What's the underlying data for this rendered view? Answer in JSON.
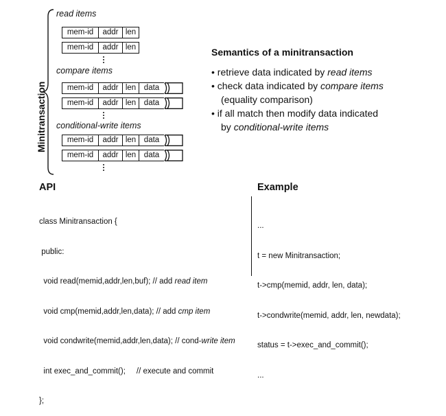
{
  "vertical_title": "Minitransaction",
  "sections": {
    "read": "read items",
    "compare": "compare items",
    "condwrite": "conditional-write items"
  },
  "cells": {
    "mem_id": "mem-id",
    "addr": "addr",
    "len": "len",
    "data": "data"
  },
  "semantics": {
    "title": "Semantics of a minitransaction",
    "b1_pre": "retrieve data indicated by ",
    "b1_em": "read items",
    "b2_pre": "check data indicated by ",
    "b2_em": "compare items",
    "b2_cont": "(equality comparison)",
    "b3_pre": "if all match then modify data indicated",
    "b3_cont_pre": "by ",
    "b3_cont_em": "conditional-write items"
  },
  "api": {
    "title": "API",
    "l1": "class Minitransaction {",
    "l2": " public:",
    "l3_pre": "  void read(memid,addr,len,buf); // add ",
    "l3_em": "read item",
    "l4_pre": "  void cmp(memid,addr,len,data); // add ",
    "l4_em": "cmp item",
    "l5_pre": "  void condwrite(memid,addr,len,data); // cond-",
    "l5_em": "write item",
    "l6": "  int exec_and_commit();     // execute and commit",
    "l7": "};"
  },
  "example": {
    "title": "Example",
    "l1": "...",
    "l2": "t = new Minitransaction;",
    "l3": "t->cmp(memid, addr, len, data);",
    "l4": "t->condwrite(memid, addr, len, newdata);",
    "l5": "status = t->exec_and_commit();",
    "l6": "..."
  }
}
